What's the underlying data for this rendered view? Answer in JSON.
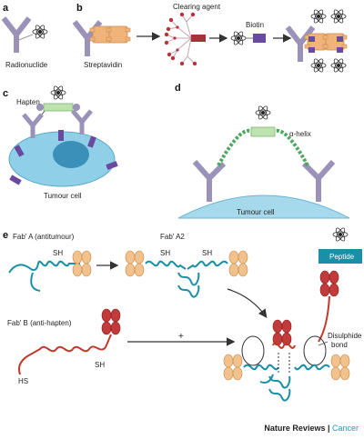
{
  "panels": {
    "a": {
      "letter": "a",
      "label": "Radionuclide"
    },
    "b": {
      "letter": "b",
      "streptavidin": "Streptavidin",
      "clearing": "Clearing agent",
      "biotin": "Biotin"
    },
    "c": {
      "letter": "c",
      "hapten": "Hapten",
      "tumour": "Tumour cell"
    },
    "d": {
      "letter": "d",
      "helix": "α-helix",
      "tumour": "Tumour cell"
    },
    "e": {
      "letter": "e",
      "fab_a": "Fab′ A (antitumour)",
      "fab_a2": "Fab′ A2",
      "fab_b": "Fab′ B (anti-hapten)",
      "sh": "SH",
      "hs": "HS",
      "peptide": "Peptide",
      "disulphide": "Disulphide bond",
      "plus": "+"
    }
  },
  "credit": {
    "journal": "Nature Reviews",
    "separator": " | ",
    "section": "Cancer"
  },
  "colors": {
    "antibody": "#9a92b8",
    "streptavidin": "#f0b47a",
    "clearing_red": "#a8323a",
    "biotin": "#6a4aa0",
    "hapten_green": "#bfe2b0",
    "helix_green": "#4aa860",
    "tumour_blue": "#8fd0e8",
    "teal": "#1a8fa6",
    "red_chain": "#c0392b",
    "accent": "#1a9fbf"
  }
}
